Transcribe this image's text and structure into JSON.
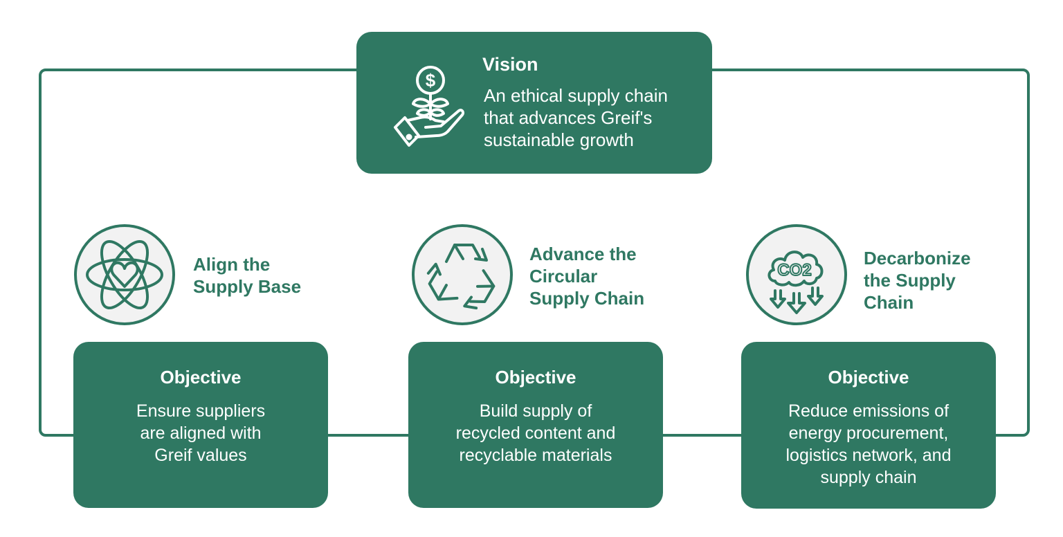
{
  "colors": {
    "primary": "#2f7862",
    "circle_fill": "#f2f2f2",
    "text_on_primary": "#ffffff"
  },
  "vision": {
    "title": "Vision",
    "text": "An ethical supply chain that advances Greif's sustainable growth",
    "icon": "hand-plant-dollar-icon"
  },
  "pillars": [
    {
      "title_lines": [
        "Align the",
        "Supply Base"
      ],
      "icon": "atom-heart-icon",
      "objective_title": "Objective",
      "objective_lines": [
        "Ensure suppliers",
        "are aligned with",
        "Greif values"
      ]
    },
    {
      "title_lines": [
        "Advance the",
        "Circular",
        "Supply Chain"
      ],
      "icon": "recycle-icon",
      "objective_title": "Objective",
      "objective_lines": [
        "Build supply of",
        "recycled content and",
        "recyclable materials"
      ]
    },
    {
      "title_lines": [
        "Decarbonize",
        "the Supply",
        "Chain"
      ],
      "icon": "co2-reduction-icon",
      "objective_title": "Objective",
      "objective_lines": [
        "Reduce emissions of",
        "energy procurement,",
        "logistics network, and",
        "supply chain"
      ]
    }
  ]
}
